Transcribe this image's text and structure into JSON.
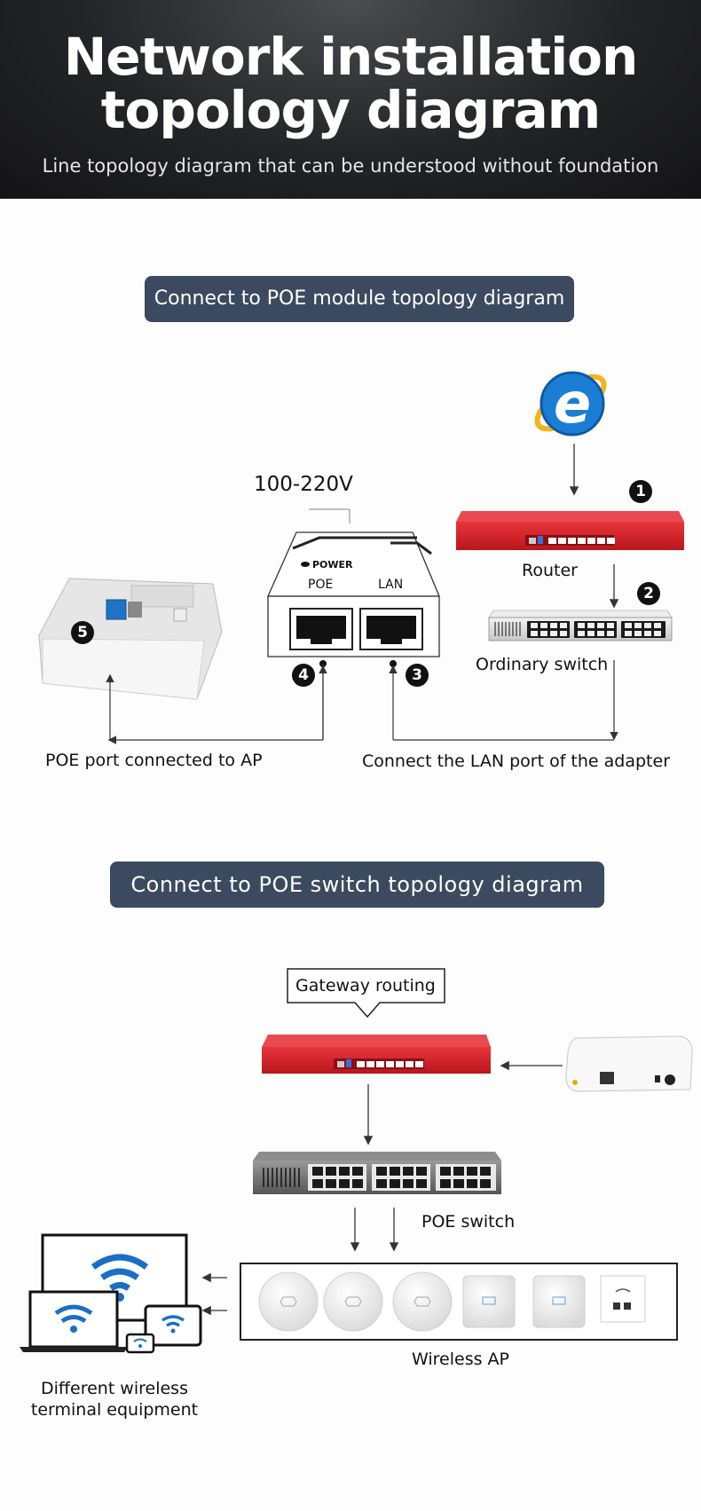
{
  "header": {
    "title_line1": "Network installation",
    "title_line2": "topology diagram",
    "subtitle": "Line topology diagram that can be understood without foundation"
  },
  "section1": {
    "heading": "Connect to POE module topology diagram",
    "voltage": "100-220V",
    "adapter": {
      "power": "POWER",
      "poe": "POE",
      "lan": "LAN"
    },
    "router_label": "Router",
    "switch_label": "Ordinary switch",
    "left_caption": "POE port connected to AP",
    "right_caption": "Connect the LAN port of the adapter",
    "markers": [
      "1",
      "2",
      "3",
      "4",
      "5"
    ]
  },
  "section2": {
    "heading": "Connect to POE switch topology diagram",
    "gateway_label": "Gateway routing",
    "poe_switch_label": "POE switch",
    "wireless_ap_label": "Wireless AP",
    "terminal_label_line1": "Different wireless",
    "terminal_label_line2": "terminal equipment"
  },
  "colors": {
    "router_red": "#d8242b",
    "pill_bg": "#3b4a5f",
    "ie_blue": "#1a7fd4",
    "wifi_blue": "#1a6fc4"
  }
}
